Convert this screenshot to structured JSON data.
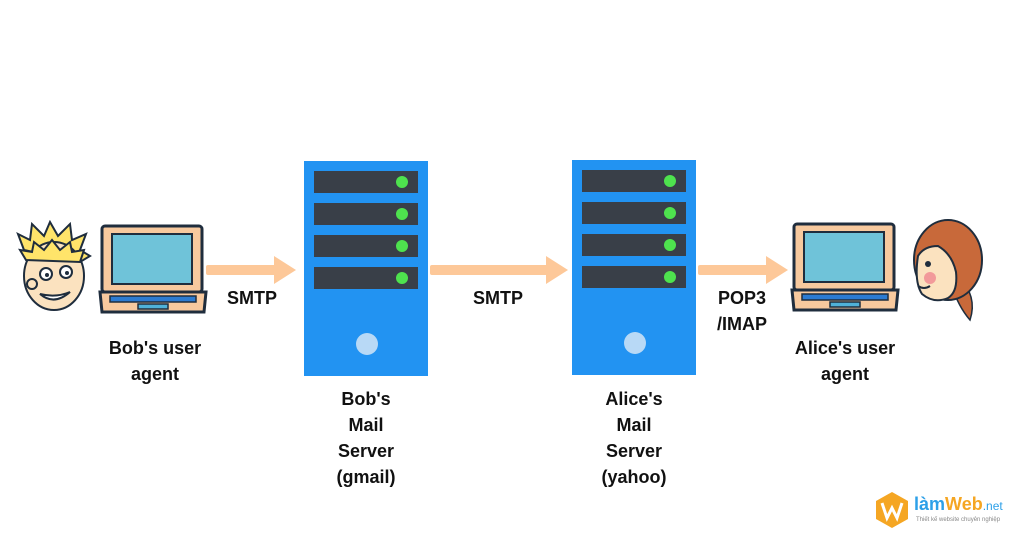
{
  "nodes": {
    "bob_agent": "Bob's user\nagent",
    "bob_server": "Bob's\nMail\nServer\n(gmail)",
    "alice_server": "Alice's\nMail\nServer\n(yahoo)",
    "alice_agent": "Alice's user\nagent"
  },
  "edges": {
    "bob_to_server": "SMTP",
    "server_to_server": "SMTP",
    "server_to_alice": "POP3\n/IMAP"
  },
  "watermark": {
    "brand_a": "làm",
    "brand_b": "Web",
    "suffix": ".net",
    "tagline": "Thiết kế website chuyên nghiệp"
  },
  "colors": {
    "server": "#2293f2",
    "slot": "#393f48",
    "led": "#4ee24e",
    "arrow": "#fdc899",
    "laptop_body": "#f7c99e",
    "laptop_screen": "#6fc3d9",
    "outline": "#1f2d3d"
  }
}
